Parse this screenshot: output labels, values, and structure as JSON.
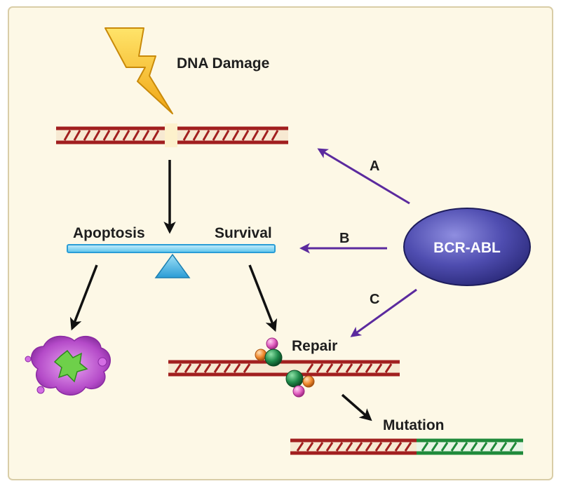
{
  "diagram": {
    "labels": {
      "dna_damage": "DNA Damage",
      "apoptosis": "Apoptosis",
      "survival": "Survival",
      "repair": "Repair",
      "mutation": "Mutation",
      "bcr_abl": "BCR-ABL"
    },
    "pathway_labels": {
      "a": "A",
      "b": "B",
      "c": "C"
    }
  },
  "colors": {
    "background": "#fdf8e6",
    "dna_red": "#a11f1f",
    "dna_dark": "#6b0d0d",
    "mutation_green": "#1f8a3a",
    "seesaw_blue": "#7fd3f0",
    "seesaw_edge": "#2a9dd6",
    "arrow_black": "#111111",
    "arrow_purple": "#5b2a9e",
    "bcr_abl_fill": "#4b4aa8",
    "bolt_yellow": "#f6c21e",
    "cell_purple": "#b44ac8",
    "cell_green": "#6ed04a"
  }
}
